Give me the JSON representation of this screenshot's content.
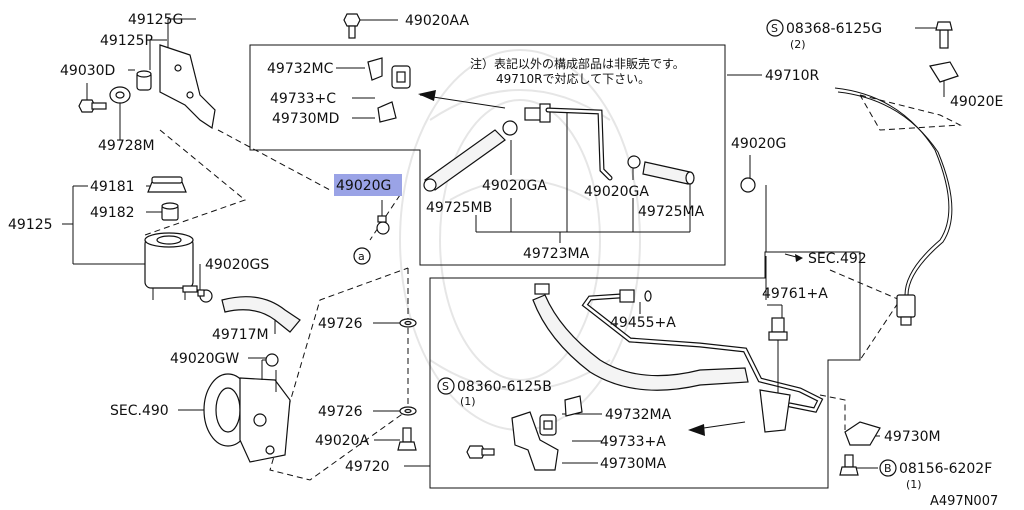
{
  "labels": {
    "p49125G": "49125G",
    "p49125P": "49125P",
    "p49030D": "49030D",
    "p49728M": "49728M",
    "p49181": "49181",
    "p49182": "49182",
    "p49125": "49125",
    "p49020GS": "49020GS",
    "p49717M": "49717M",
    "p49020GW": "49020GW",
    "sec490": "SEC.490",
    "p49020A": "49020A",
    "p49720": "49720",
    "p49726a": "49726",
    "p49726b": "49726",
    "p49020G_sel": "49020G",
    "p49020AA": "49020AA",
    "p49732MC": "49732MC",
    "p49733C": "49733+C",
    "p49730MD": "49730MD",
    "p49020GA_a": "49020GA",
    "p49725MB": "49725MB",
    "p49020GA_b": "49020GA",
    "p49725MA": "49725MA",
    "p49723MA": "49723MA",
    "p49710R": "49710R",
    "p49020G": "49020G",
    "sec492": "SEC.492",
    "p49761A": "49761+A",
    "p49455A": "49455+A",
    "s08368": "08368-6125G",
    "s08368_qty": "(2)",
    "p49020E": "49020E",
    "s08360": "08360-6125B",
    "s08360_qty": "(1)",
    "p49732MA": "49732MA",
    "p49733A": "49733+A",
    "p49730MA": "49730MA",
    "p49730M": "49730M",
    "b08156": "08156-6202F",
    "b08156_qty": "(1)",
    "figure_code": "A497N007",
    "note_line1": "注）表記以外の構成部品は非販売です。",
    "note_line2": "49710Rで対応して下さい。",
    "badge_s": "S",
    "badge_b": "B",
    "circle_a": "a"
  }
}
